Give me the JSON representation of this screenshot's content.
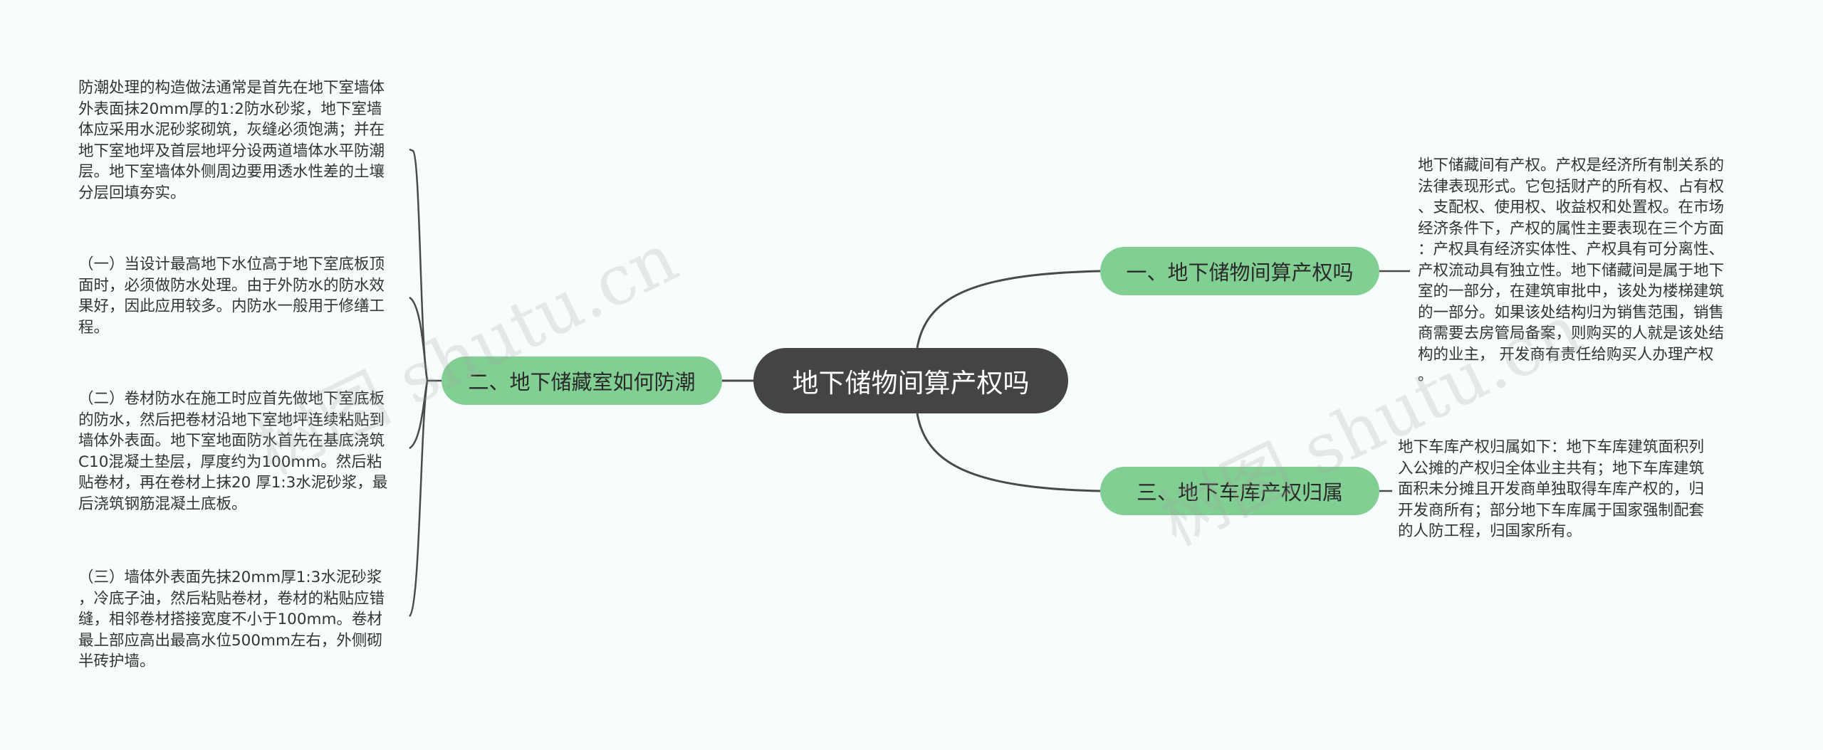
{
  "root": {
    "title": "地下储物间算产权吗"
  },
  "branches": [
    {
      "label": "一、地下储物间算产权吗",
      "leaves": [
        "地下储藏间有产权。产权是经济所有制关系的\n法律表现形式。它包括财产的所有权、占有权\n、支配权、使用权、收益权和处置权。在市场\n经济条件下，产权的属性主要表现在三个方面\n：产权具有经济实体性、产权具有可分离性、\n产权流动具有独立性。地下储藏间是属于地下\n室的一部分，在建筑审批中，该处为楼梯建筑\n的一部分。如果该处结构归为销售范围，销售\n商需要去房管局备案，则购买的人就是该处结\n构的业主， 开发商有责任给购买人办理产权\n。"
      ]
    },
    {
      "label": "二、地下储藏室如何防潮",
      "leaves": [
        "防潮处理的构造做法通常是首先在地下室墙体\n外表面抹20mm厚的1:2防水砂浆，地下室墙\n体应采用水泥砂浆砌筑，灰缝必须饱满；并在\n地下室地坪及首层地坪分设两道墙体水平防潮\n层。地下室墙体外侧周边要用透水性差的土壤\n分层回填夯实。",
        "（一）当设计最高地下水位高于地下室底板顶\n面时，必须做防水处理。由于外防水的防水效\n果好，因此应用较多。内防水一般用于修缮工\n程。",
        "（二）卷材防水在施工时应首先做地下室底板\n的防水，然后把卷材沿地下室地坪连续粘贴到\n墙体外表面。地下室地面防水首先在基底浇筑\nC10混凝土垫层，厚度约为100mm。然后粘\n贴卷材，再在卷材上抹20 厚1:3水泥砂浆，最\n后浇筑钢筋混凝土底板。",
        "（三）墙体外表面先抹20mm厚1:3水泥砂浆\n，冷底子油，然后粘贴卷材，卷材的粘贴应错\n缝，相邻卷材搭接宽度不小于100mm。卷材\n最上部应高出最高水位500mm左右，外侧砌\n半砖护墙。"
      ]
    },
    {
      "label": "三、地下车库产权归属",
      "leaves": [
        "地下车库产权归属如下：地下车库建筑面积列\n入公摊的产权归全体业主共有；地下车库建筑\n面积未分摊且开发商单独取得车库产权的，归\n开发商所有；部分地下车库属于国家强制配套\n的人防工程，归国家所有。"
      ]
    }
  ],
  "watermark": "树图 shutu.cn",
  "colors": {
    "root": "#454343",
    "branch": "#82cf93",
    "line": "#4a4a4a",
    "background": "#f7fdfd"
  }
}
